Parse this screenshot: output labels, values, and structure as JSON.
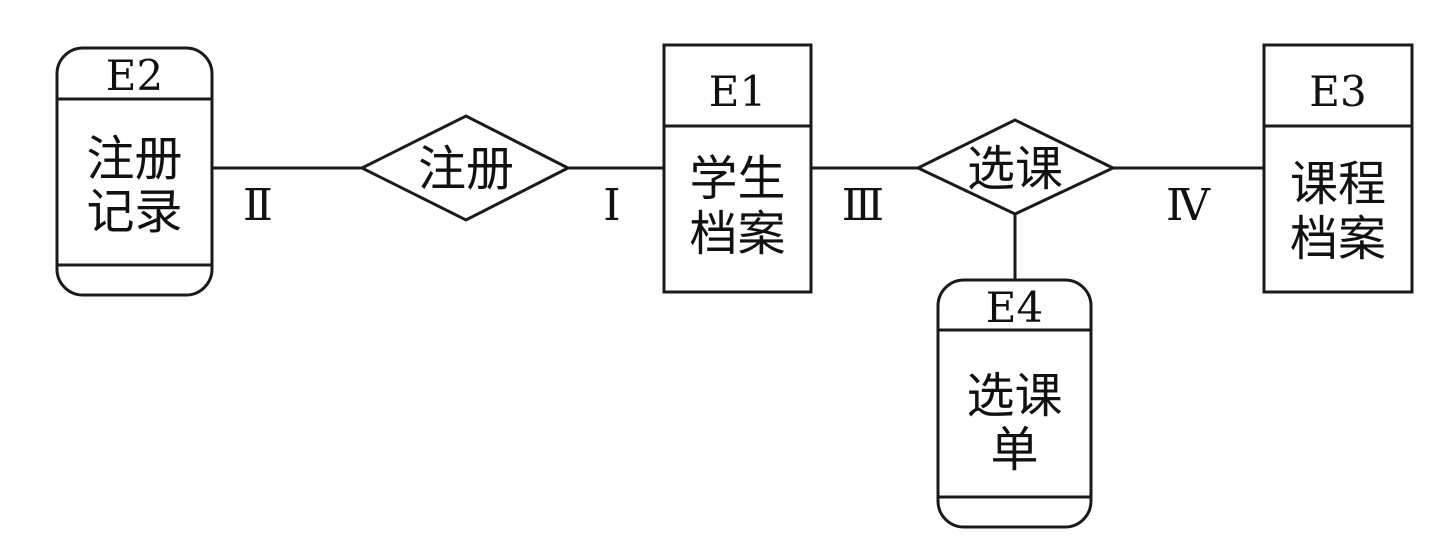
{
  "entities": {
    "e2": {
      "code": "E2",
      "name_line1": "注册",
      "name_line2": "记录"
    },
    "e1": {
      "code": "E1",
      "name_line1": "学生",
      "name_line2": "档案"
    },
    "e3": {
      "code": "E3",
      "name_line1": "课程",
      "name_line2": "档案"
    },
    "e4": {
      "code": "E4",
      "name_line1": "选课",
      "name_line2": "单"
    }
  },
  "relationships": {
    "register": {
      "label": "注册"
    },
    "select_course": {
      "label": "选课"
    }
  },
  "cardinalities": {
    "c1": "Ⅰ",
    "c2": "Ⅱ",
    "c3": "Ⅲ",
    "c4": "Ⅳ"
  }
}
